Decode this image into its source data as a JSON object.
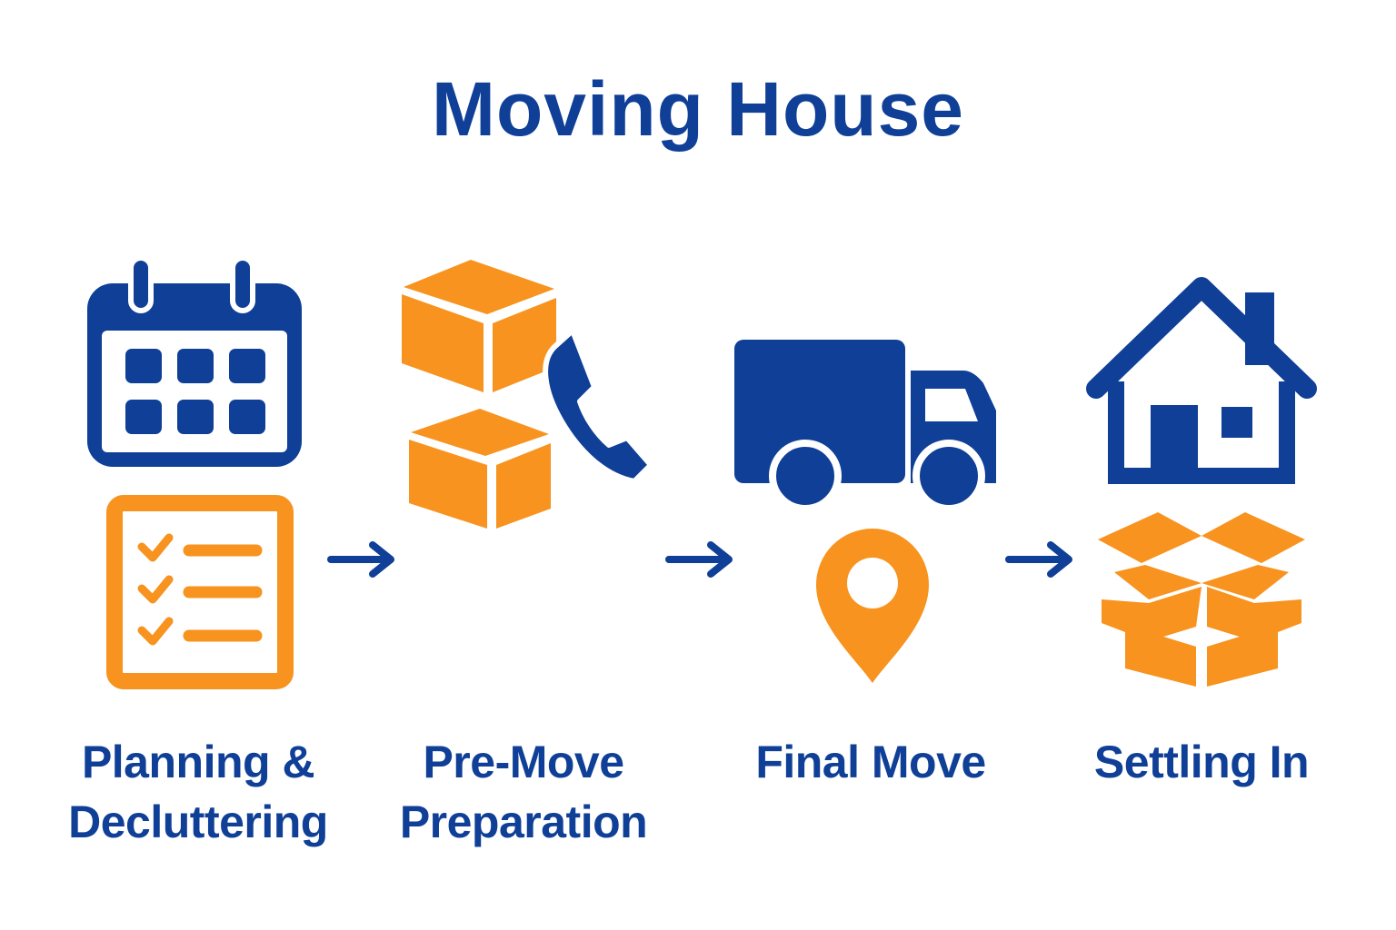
{
  "title": "Moving House",
  "colors": {
    "blue": "#0f3f96",
    "orange": "#f7931e"
  },
  "steps": [
    {
      "line1": "Planning &",
      "line2": "Decluttering",
      "icons": [
        "calendar-icon",
        "checklist-icon"
      ]
    },
    {
      "line1": "Pre-Move",
      "line2": "Preparation",
      "icons": [
        "boxes-icon",
        "phone-icon"
      ]
    },
    {
      "line1": "Final Move",
      "line2": "",
      "icons": [
        "truck-icon",
        "location-pin-icon"
      ]
    },
    {
      "line1": "Settling In",
      "line2": "",
      "icons": [
        "house-icon",
        "open-box-icon"
      ]
    }
  ]
}
